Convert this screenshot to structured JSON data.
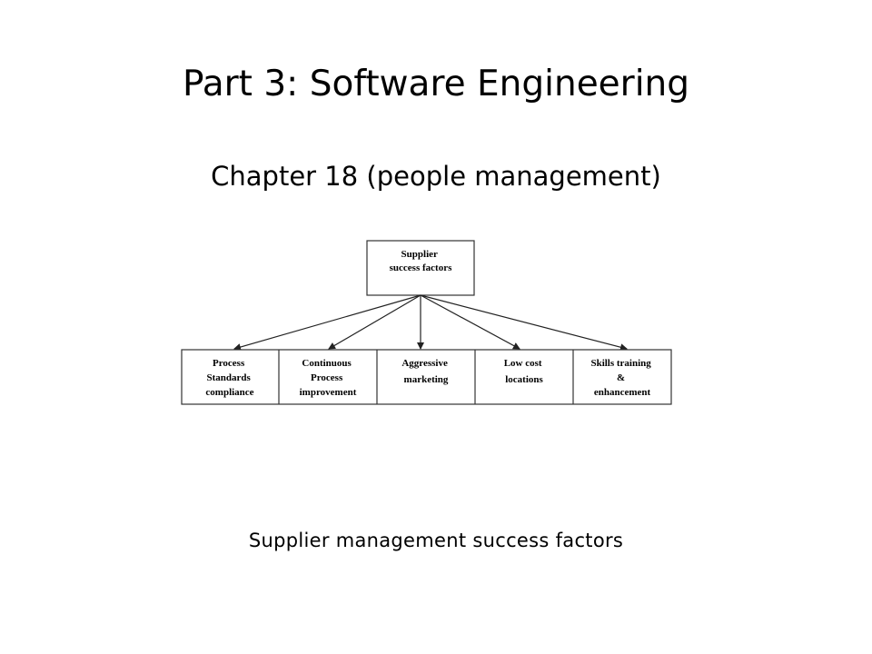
{
  "slide": {
    "title": "Part 3: Software Engineering",
    "subtitle": "Chapter 18 (people management)",
    "caption": "Supplier management success factors"
  },
  "diagram": {
    "root": {
      "lines": [
        "Supplier",
        "success factors"
      ]
    },
    "children": [
      {
        "lines": [
          "Process",
          "Standards",
          "compliance"
        ]
      },
      {
        "lines": [
          "Continuous",
          "Process",
          "improvement"
        ]
      },
      {
        "lines": [
          "Aggressive",
          "marketing"
        ]
      },
      {
        "lines": [
          "Low cost",
          "locations"
        ]
      },
      {
        "lines": [
          "Skills training",
          "&",
          "enhancement"
        ]
      }
    ]
  }
}
